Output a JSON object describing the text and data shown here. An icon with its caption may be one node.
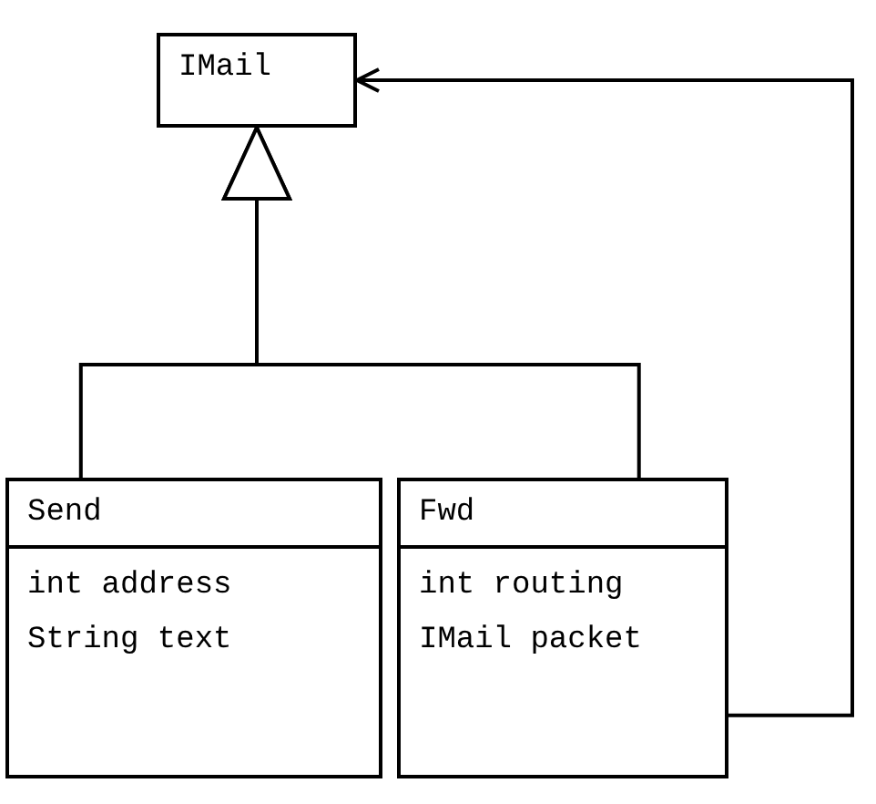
{
  "diagram": {
    "nodes": [
      {
        "text": [
          "IMail"
        ]
      },
      {
        "text": [
          "Send",
          "int address",
          "String text"
        ]
      },
      {
        "text": [
          "Fwd",
          "int routing",
          "IMail packet"
        ]
      }
    ],
    "edges": [
      {
        "from": 1,
        "to": 0,
        "arrow": "to"
      },
      {
        "from": 2,
        "to": 0,
        "arrow": "to"
      },
      {
        "from": 2,
        "to": 0,
        "arrow": "to"
      }
    ]
  }
}
